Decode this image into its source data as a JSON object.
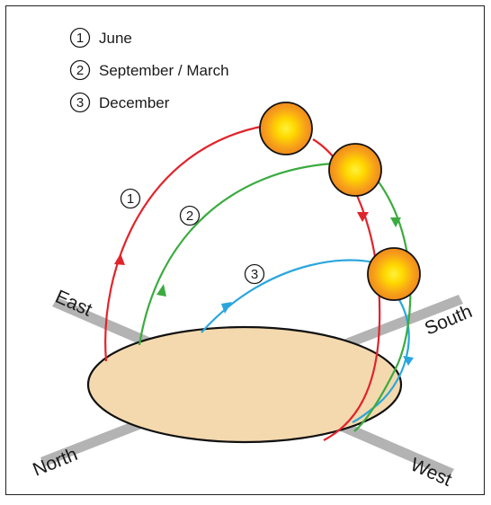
{
  "legend": [
    {
      "num": "1",
      "label": "June"
    },
    {
      "num": "2",
      "label": "September / March"
    },
    {
      "num": "3",
      "label": "December"
    }
  ],
  "path_markers": [
    "1",
    "2",
    "3"
  ],
  "directions": {
    "east": "East",
    "south": "South",
    "north": "North",
    "west": "West"
  },
  "colors": {
    "june_path": "#e0242b",
    "equinox_path": "#3aab3f",
    "december_path": "#2aa6dd",
    "horizon_fill": "#f4d9ae",
    "axis_gray": "#b3b3b3",
    "sun_outer": "#f28c1c",
    "sun_inner": "#fff200"
  }
}
